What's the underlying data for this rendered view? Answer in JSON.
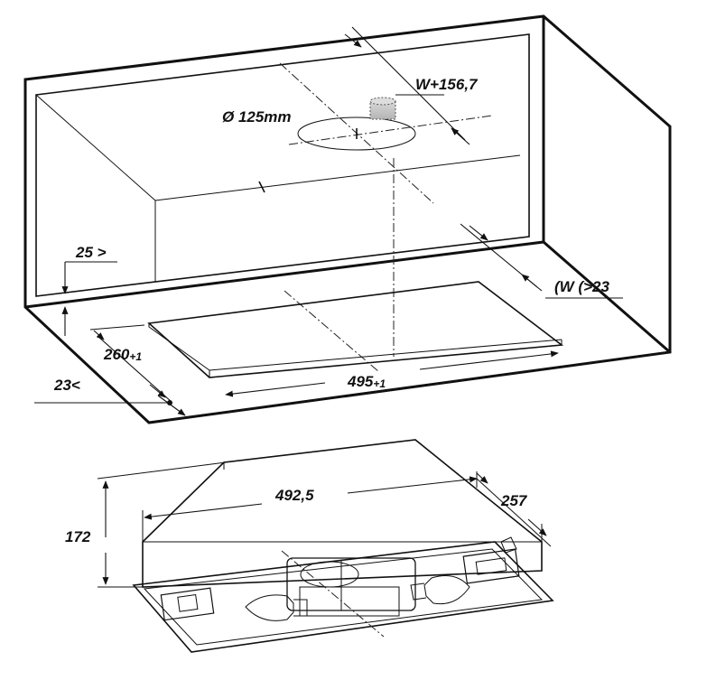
{
  "labels": {
    "duct_diameter": "Ø 125mm",
    "depth_offset": "W+156,7",
    "front_recess": "25 >",
    "width_min": "(W (>23",
    "cutout_depth": "260",
    "cutout_depth_tol": "+1",
    "cutout_width": "495",
    "cutout_width_tol": "+1",
    "side_min": "23<",
    "unit_width": "492,5",
    "unit_depth": "257",
    "unit_height": "172"
  }
}
